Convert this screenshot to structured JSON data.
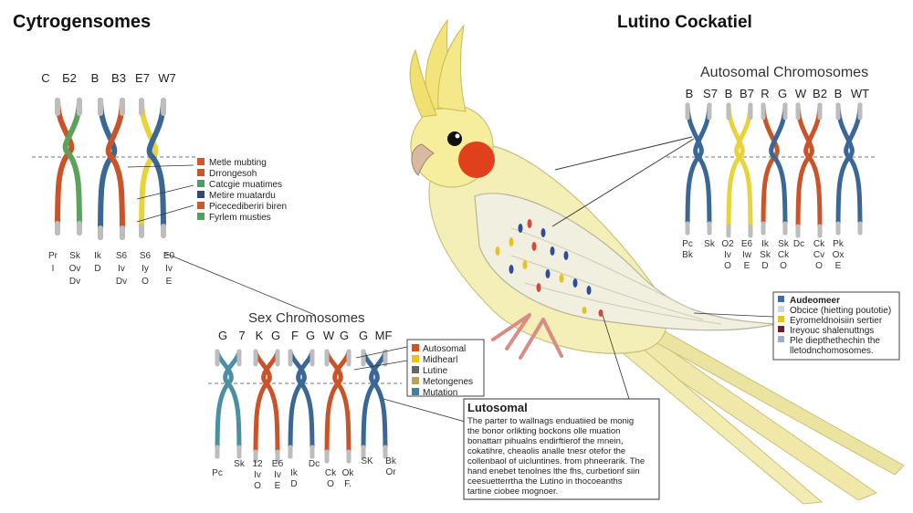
{
  "title_left": "Cytrogensomes",
  "title_right": "Lutino Cockatiel",
  "sections": {
    "autosomal": "Autosomal Chromosomes",
    "sex": "Sex Chromosomes"
  },
  "left_group": {
    "top_labels": [
      "C",
      "Б2",
      "B",
      "B3",
      "E7",
      "W7"
    ],
    "bottom_labels": [
      [
        "Pr",
        "I"
      ],
      [
        "Sk",
        "Ov",
        "Dv"
      ],
      [
        "Ik",
        "D"
      ],
      [
        "S6",
        "Iv",
        "Dv"
      ],
      [
        "S6",
        "Iy",
        "O"
      ],
      [
        "E0",
        "Iv",
        "E"
      ]
    ]
  },
  "left_legend": [
    {
      "text": "Metle mubting",
      "color": "#d2582c"
    },
    {
      "text": "Drrongesoh",
      "color": "#c9542a"
    },
    {
      "text": "Catcgie muatimes",
      "color": "#4f9a6a"
    },
    {
      "text": "Metire muatardu",
      "color": "#2f4a7a"
    },
    {
      "text": "Picecediberiri biren",
      "color": "#c75a2c"
    },
    {
      "text": "Fyrlem musties",
      "color": "#4ea060"
    }
  ],
  "autosomal_group": {
    "top_labels": [
      "B",
      "S7",
      "B",
      "B7",
      "R",
      "G",
      "W",
      "B2",
      "B",
      "WT"
    ],
    "bottom_labels": [
      [
        "Pc",
        "Bk"
      ],
      [
        "Sk"
      ],
      [
        "O2",
        "Iv",
        "O"
      ],
      [
        "E6",
        "Iw",
        "E"
      ],
      [
        "Ik",
        "Sk",
        "D"
      ],
      [
        "Sk",
        "Ck",
        "O"
      ],
      [
        "Dc"
      ],
      [
        "Ck",
        "Cv",
        "O"
      ],
      [
        "Pk",
        "Ox",
        "E"
      ]
    ]
  },
  "right_legend": [
    {
      "text": "Audeomeer",
      "color": "#3f6f9a",
      "bold": true
    },
    {
      "text": "Obcice (hietting poutotie)",
      "color": "#c9d7e6"
    },
    {
      "text": "Eyromeldnoisiin sertier",
      "color": "#e9c31f"
    },
    {
      "text": "Ireyouc shalenuttngs",
      "color": "#6a1f2a"
    },
    {
      "text": "Ple diepthethechin the",
      "color": "#9fb0c4"
    },
    {
      "text": "lletodnchomosomes.",
      "color": ""
    }
  ],
  "sex_group": {
    "top_labels": [
      "G",
      "7",
      "K",
      "G",
      "F",
      "G",
      "W",
      "G",
      "G",
      "MF"
    ],
    "bottom_labels": [
      [
        "Pc"
      ],
      [
        "Sk"
      ],
      [
        "12",
        "Iv",
        "O"
      ],
      [
        "Eб",
        "Iv",
        "E"
      ],
      [
        "Ik",
        "D"
      ],
      [
        "Dc"
      ],
      [
        "Ck",
        "O"
      ],
      [
        "Ok",
        "F."
      ],
      [
        "SK"
      ],
      [
        "Bk",
        "Or"
      ]
    ]
  },
  "sex_legend": [
    {
      "text": "Autosomal",
      "color": "#c9542a"
    },
    {
      "text": "Midhearl",
      "color": "#e9c31f"
    },
    {
      "text": "Lutine",
      "color": "#666666"
    },
    {
      "text": "Metongenes",
      "color": "#b9a25a"
    },
    {
      "text": "Mutation",
      "color": "#3f7fa0"
    }
  ],
  "info_box": {
    "heading": "Lutosomal",
    "lines": [
      "The parter to wallnags enduatiied be monig",
      "the bonor orlikting bockons olle muation",
      "bonattarr pihualns endirftierof the mnein,",
      "cokatihre, cheaolis analle tnesr otefor the",
      "collenbaol of uicluntines. from phneerarik. The",
      "hand enebet tenolnes lthe fhs, curbetionf siin",
      "ceesuetterrtha the Lutino in thocoeanths",
      "tartine ciobee mognoer."
    ]
  },
  "colors": {
    "red": "#c9542a",
    "blue": "#3a6796",
    "teal": "#4a8fa3",
    "green": "#5da25b",
    "yellow": "#e8d43a",
    "grey": "#b7b7b7",
    "bird_body": "#f5f1b4",
    "bird_cheek": "#e0401c"
  }
}
